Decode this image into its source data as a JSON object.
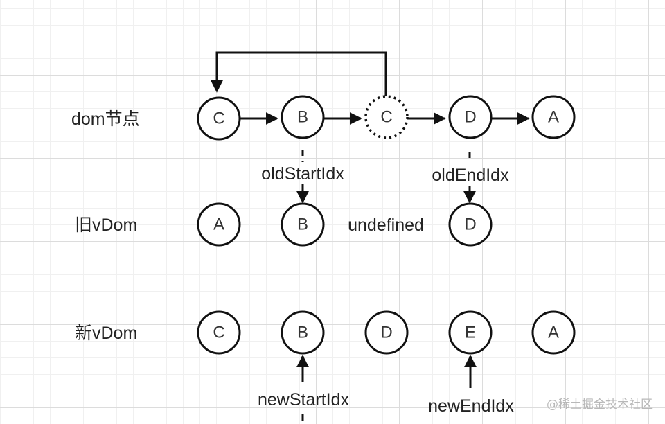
{
  "rows": {
    "dom": "dom节点",
    "old": "旧vDom",
    "new": "新vDom"
  },
  "dom_nodes": [
    "C",
    "B",
    "C",
    "D",
    "A"
  ],
  "old_vdom": [
    "A",
    "B",
    "undefined",
    "D"
  ],
  "new_vdom": [
    "C",
    "B",
    "D",
    "E",
    "A"
  ],
  "pointers": {
    "old_start": "oldStartIdx",
    "old_end": "oldEndIdx",
    "new_start": "newStartIdx",
    "new_end": "newEndIdx"
  },
  "watermark": "@稀土掘金技术社区"
}
